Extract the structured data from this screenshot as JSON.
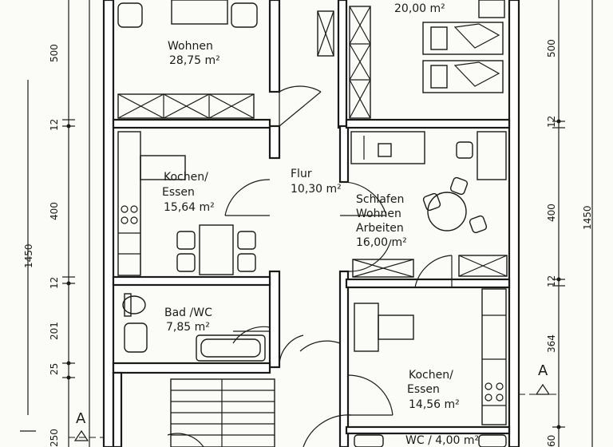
{
  "rooms": {
    "bedroom_top": {
      "area": "20,00 m²"
    },
    "wohnen": {
      "name": "Wohnen",
      "area": "28,75 m²"
    },
    "kochen_left": {
      "name_line1": "Kochen/",
      "name_line2": "Essen",
      "area": "15,64 m²"
    },
    "flur": {
      "name": "Flur",
      "area": "10,30 m²"
    },
    "schlafen": {
      "line1": "Schlafen",
      "line2": "Wohnen",
      "line3": "Arbeiten",
      "area": "16,00 m²"
    },
    "bad": {
      "name": "Bad /WC",
      "area": "7,85 m²"
    },
    "kochen_right": {
      "name_line1": "Kochen/",
      "name_line2": "Essen",
      "area": "14,56 m²"
    },
    "wc": {
      "label": "WC / 4,00 m²"
    }
  },
  "dimensions": {
    "left": {
      "d500": "500",
      "d12a": "12",
      "d400": "400",
      "d12b": "12",
      "d201": "201",
      "d25": "25",
      "d250": "250",
      "total": "1450"
    },
    "right": {
      "d500": "500",
      "d12a": "12",
      "d400": "400",
      "d12b": "12",
      "d364": "364",
      "total": "1450",
      "d60": "60"
    }
  },
  "section_marks": {
    "left": "A",
    "right": "A"
  }
}
